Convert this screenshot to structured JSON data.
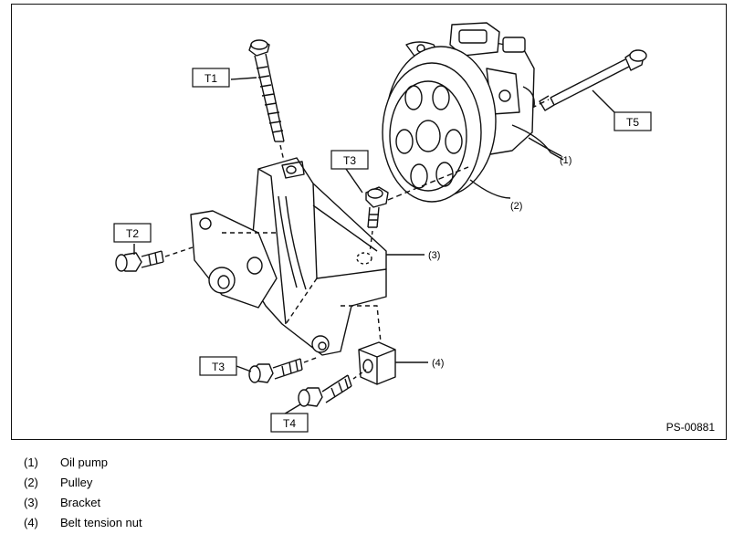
{
  "diagram": {
    "callouts": [
      {
        "id": "1",
        "label": "(1)"
      },
      {
        "id": "2",
        "label": "(2)"
      },
      {
        "id": "3",
        "label": "(3)"
      },
      {
        "id": "4",
        "label": "(4)"
      }
    ],
    "torque_tags": [
      {
        "id": "t1",
        "label": "T1"
      },
      {
        "id": "t2",
        "label": "T2"
      },
      {
        "id": "t3a",
        "label": "T3"
      },
      {
        "id": "t3b",
        "label": "T3"
      },
      {
        "id": "t4",
        "label": "T4"
      },
      {
        "id": "t5",
        "label": "T5"
      }
    ],
    "reference_code": "PS-00881"
  },
  "legend": [
    {
      "num": "(1)",
      "text": "Oil pump"
    },
    {
      "num": "(2)",
      "text": "Pulley"
    },
    {
      "num": "(3)",
      "text": "Bracket"
    },
    {
      "num": "(4)",
      "text": "Belt tension nut"
    }
  ]
}
